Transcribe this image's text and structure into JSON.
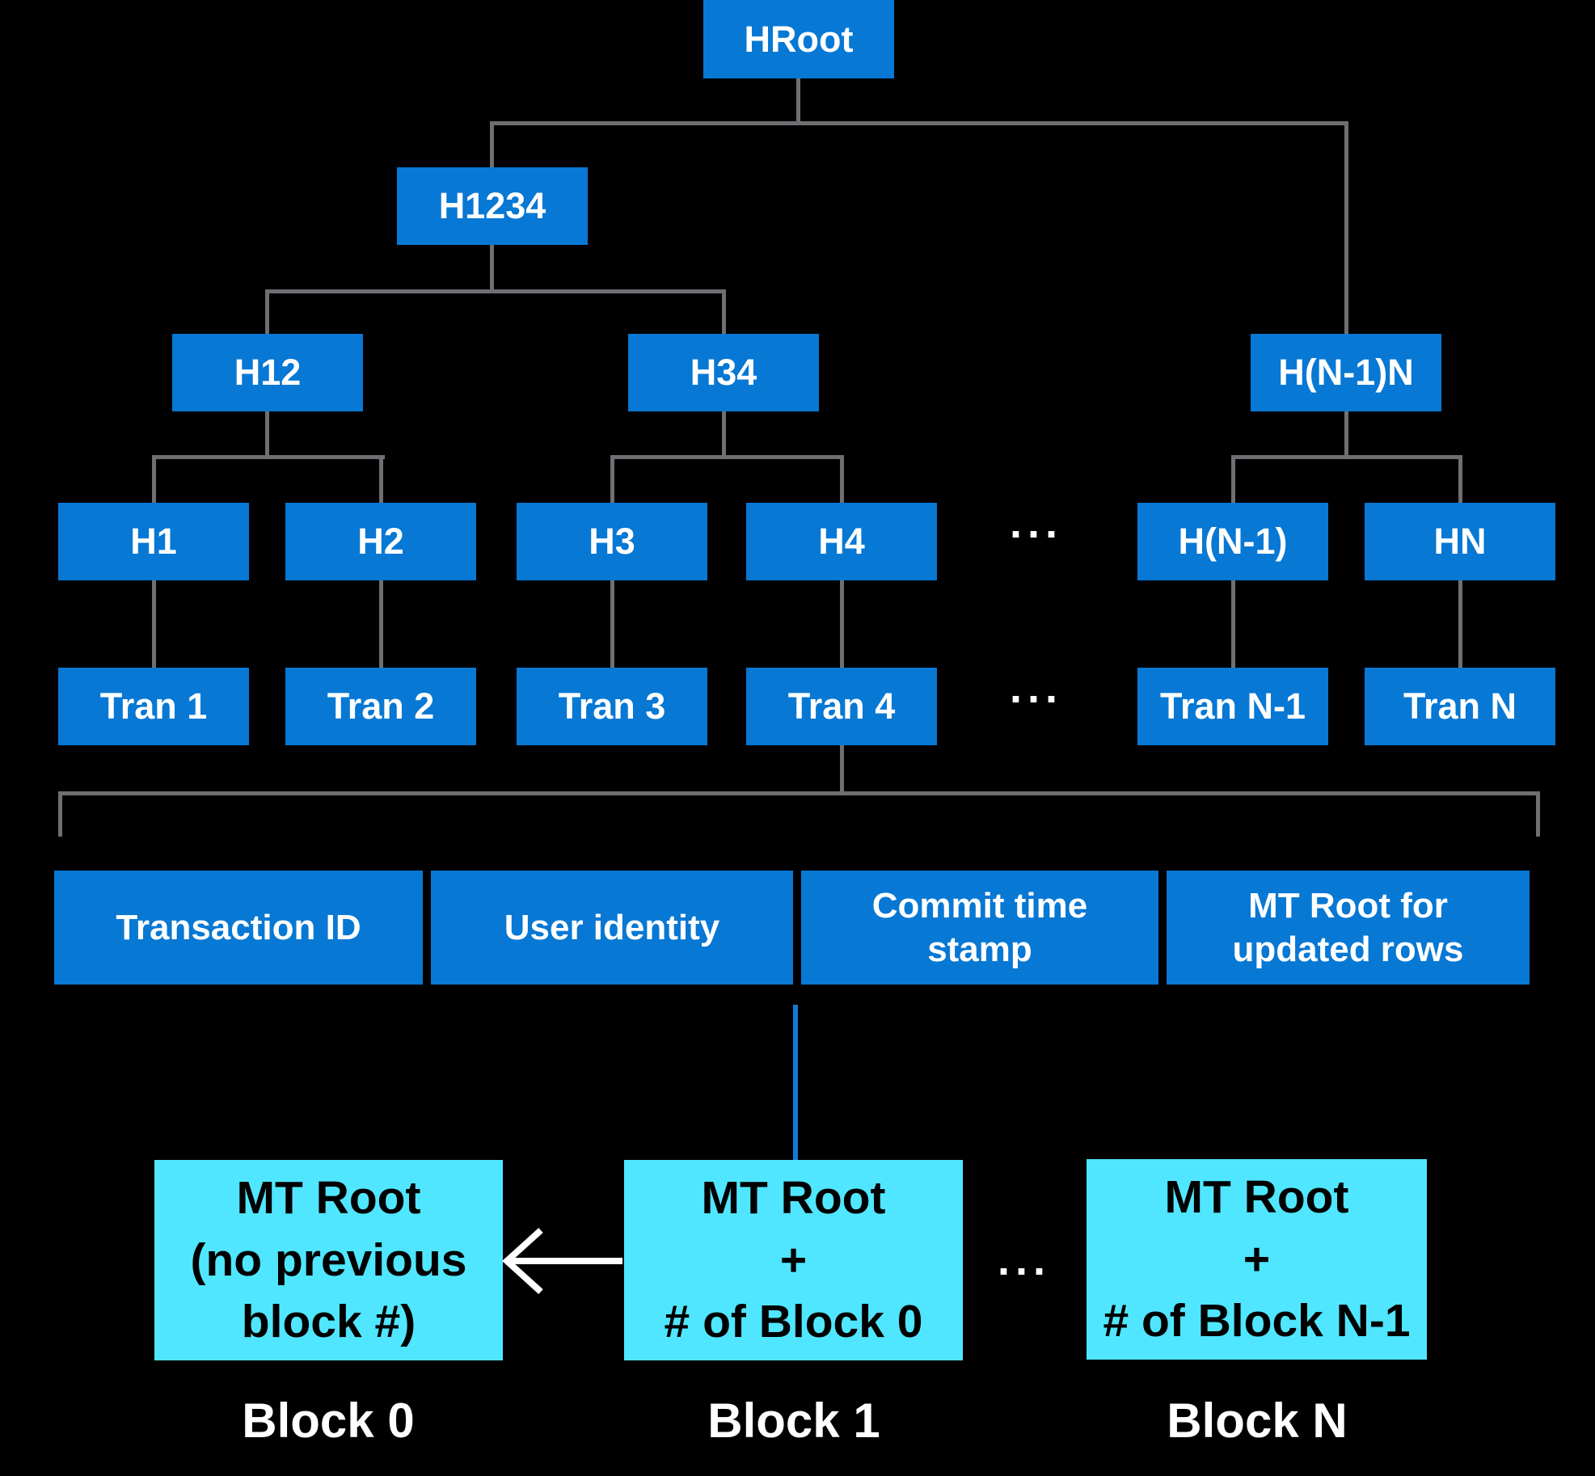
{
  "palette": {
    "background": "#000000",
    "node_blue": "#0778d4",
    "block_cyan": "#50e6ff",
    "connector_gray": "#6e6f72",
    "link_blue": "#0e7cd9",
    "text_light": "#ffffff",
    "text_dark": "#000000",
    "arrow_white": "#ffffff"
  },
  "tree": {
    "hroot": "HRoot",
    "h1234": "H1234",
    "h12": "H12",
    "h34": "H34",
    "hn1n": "H(N-1)N",
    "h1": "H1",
    "h2": "H2",
    "h3": "H3",
    "h4": "H4",
    "hn1": "H(N-1)",
    "hn": "HN",
    "tran1": "Tran 1",
    "tran2": "Tran 2",
    "tran3": "Tran 3",
    "tran4": "Tran 4",
    "trann1": "Tran N-1",
    "trann": "Tran N",
    "ellipsis": "..."
  },
  "transaction_bar": {
    "cells": [
      "Transaction ID",
      "User identity",
      "Commit time\nstamp",
      "MT Root for\nupdated rows"
    ]
  },
  "blocks": {
    "block0": {
      "content": "MT Root\n(no previous\nblock #)",
      "label": "Block 0"
    },
    "block1": {
      "content": "MT Root\n+\n# of Block 0",
      "label": "Block 1"
    },
    "blockn": {
      "content": "MT Root\n+\n# of Block N-1",
      "label": "Block N"
    },
    "ellipsis": "..."
  }
}
